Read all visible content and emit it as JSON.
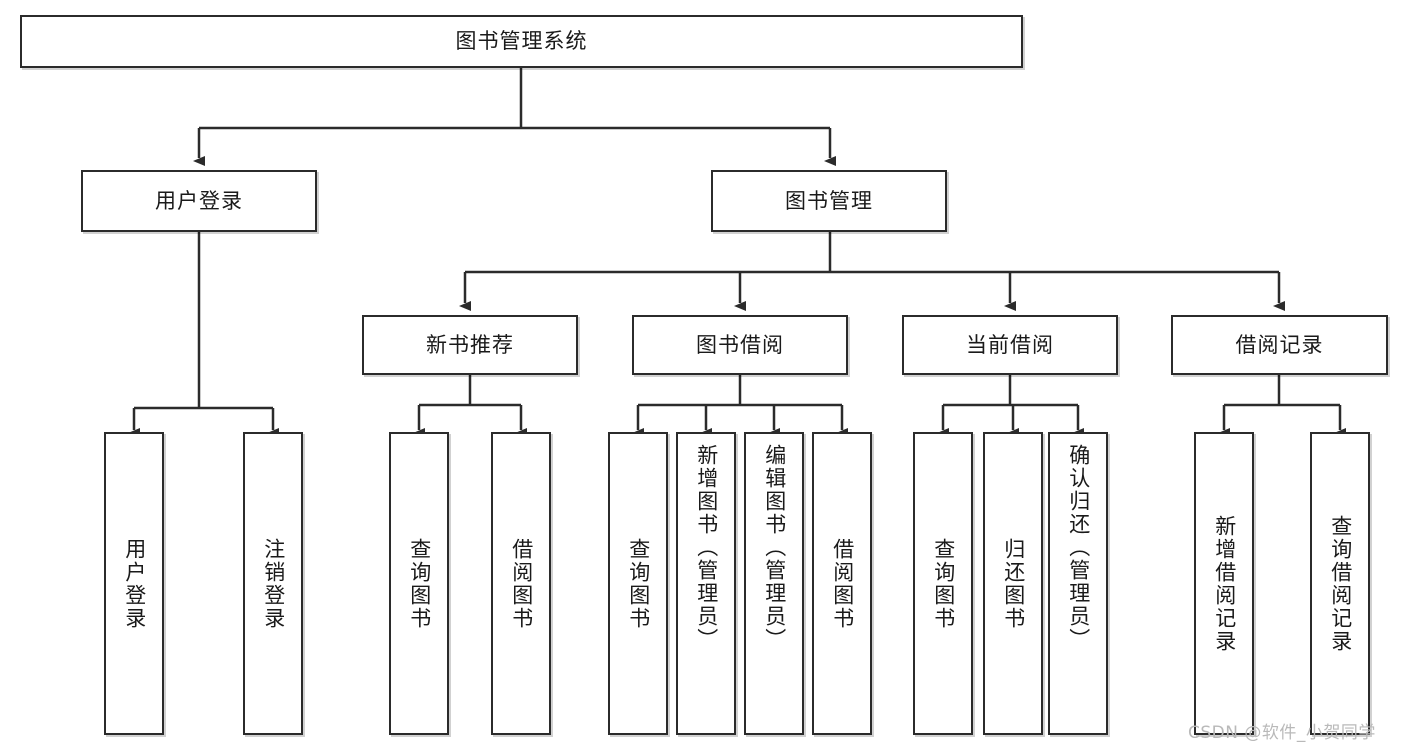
{
  "diagram": {
    "type": "tree-hierarchy",
    "title": "图书管理系统",
    "watermark": "CSDN @软件_小贺同学",
    "colors": {
      "box_border": "#2b2b2b",
      "box_fill": "#ffffff",
      "connector": "#2b2b2b",
      "text": "#1a1a1a",
      "watermark": "#b9b9b9",
      "background": "#ffffff"
    },
    "root": {
      "label": "图书管理系统",
      "orientation": "horizontal"
    },
    "level2": [
      {
        "label": "用户登录",
        "orientation": "horizontal"
      },
      {
        "label": "图书管理",
        "orientation": "horizontal"
      }
    ],
    "level3": [
      {
        "label": "新书推荐",
        "orientation": "horizontal"
      },
      {
        "label": "图书借阅",
        "orientation": "horizontal"
      },
      {
        "label": "当前借阅",
        "orientation": "horizontal"
      },
      {
        "label": "借阅记录",
        "orientation": "horizontal"
      }
    ],
    "leaves": {
      "user_login": [
        {
          "label": "用户登录",
          "orientation": "vertical"
        },
        {
          "label": "注销登录",
          "orientation": "vertical"
        }
      ],
      "new_book_recommend": [
        {
          "label": "查询图书",
          "orientation": "vertical"
        },
        {
          "label": "借阅图书",
          "orientation": "vertical"
        }
      ],
      "book_borrow": [
        {
          "label": "查询图书",
          "orientation": "vertical"
        },
        {
          "label": "新增图书（管理员）",
          "orientation": "vertical"
        },
        {
          "label": "编辑图书（管理员）",
          "orientation": "vertical"
        },
        {
          "label": "借阅图书",
          "orientation": "vertical"
        }
      ],
      "current_borrow": [
        {
          "label": "查询图书",
          "orientation": "vertical"
        },
        {
          "label": "归还图书",
          "orientation": "vertical"
        },
        {
          "label": "确认归还（管理员）",
          "orientation": "vertical"
        }
      ],
      "borrow_record": [
        {
          "label": "新增借阅记录",
          "orientation": "vertical"
        },
        {
          "label": "查询借阅记录",
          "orientation": "vertical"
        }
      ]
    }
  }
}
